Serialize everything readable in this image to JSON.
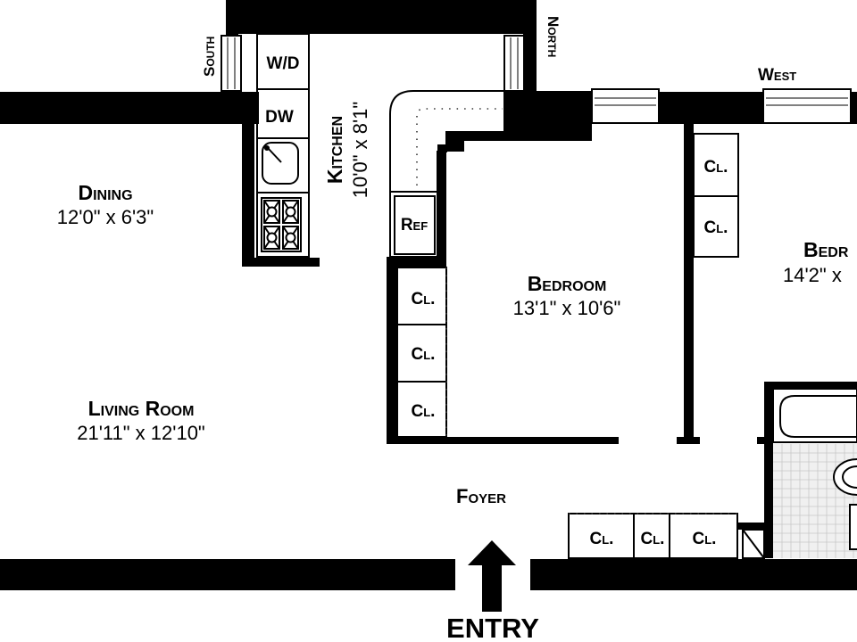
{
  "rooms": {
    "living_room": {
      "name": "Living Room",
      "dims": "21'11\"  x  12'10\""
    },
    "dining": {
      "name": "Dining",
      "dims": "12'0\"  x  6'3\""
    },
    "kitchen": {
      "name": "Kitchen",
      "dims": "10'0\"  x  8'1\""
    },
    "bedroom": {
      "name": "Bedroom",
      "dims": "13'1\"  x  10'6\""
    },
    "bedroom2": {
      "name": "Bedr",
      "dims": "14'2\"  x"
    },
    "foyer": {
      "name": "Foyer"
    }
  },
  "fixtures": {
    "washer_dryer": "W/D",
    "dishwasher": "DW",
    "refrigerator": "Ref",
    "closet": "Cl."
  },
  "compass": {
    "south": "South",
    "north": "North",
    "west": "West"
  },
  "entry_label": "ENTRY"
}
